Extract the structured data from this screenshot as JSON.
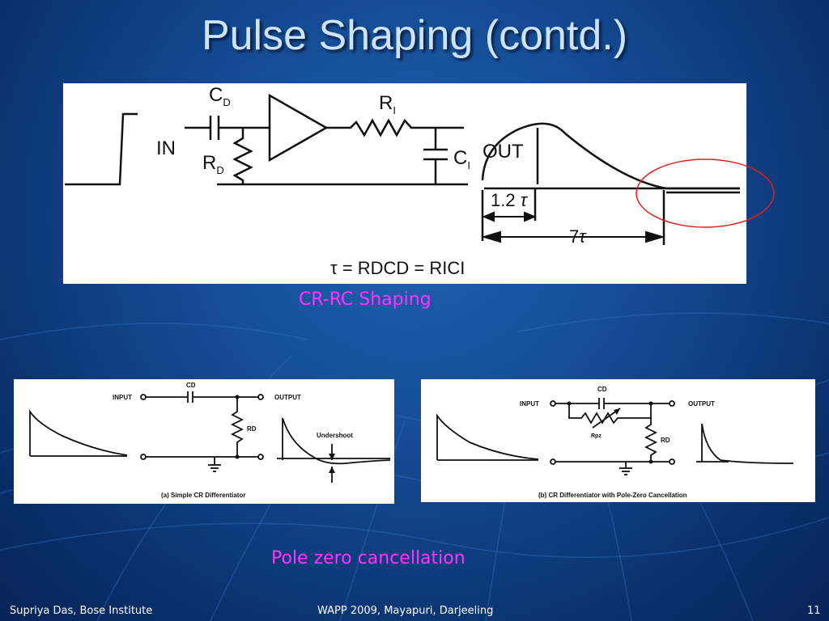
{
  "slide": {
    "title": "Pulse Shaping (contd.)",
    "caption_top": "CR-RC Shaping",
    "caption_bottom": "Pole zero cancellation"
  },
  "top_diagram": {
    "cd": "C",
    "cd_sub": "D",
    "rd": "R",
    "rd_sub": "D",
    "ri": "R",
    "ri_sub": "I",
    "ci": "C",
    "ci_sub": "I",
    "in_label": "IN",
    "out_label": "OUT",
    "t12": "1.2",
    "t7": "7",
    "tau": "τ",
    "formula": "τ = RDCD = RICI",
    "highlight_color": "#e0201c"
  },
  "diagram_a": {
    "input": "INPUT",
    "output": "OUTPUT",
    "cd": "CD",
    "rd": "RD",
    "undershoot": "Undershoot",
    "caption": "(a) Simple CR Differentiator"
  },
  "diagram_b": {
    "input": "INPUT",
    "output": "OUTPUT",
    "cd": "CD",
    "rpz": "Rpz",
    "rd": "RD",
    "caption": "(b) CR Differentiator with Pole-Zero Cancellation"
  },
  "footer": {
    "left": "Supriya Das, Bose Institute",
    "center": "WAPP 2009, Mayapuri, Darjeeling",
    "page": "11"
  }
}
